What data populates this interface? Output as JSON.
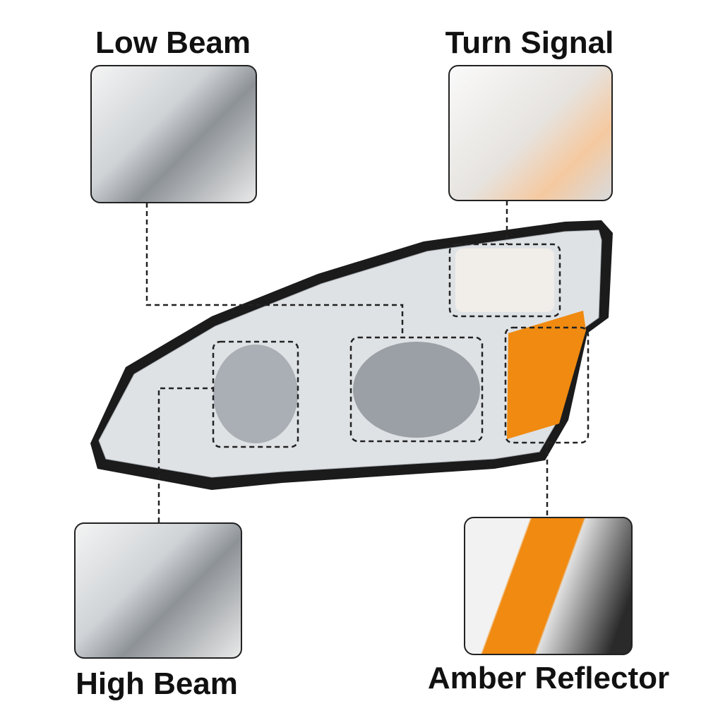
{
  "callouts": {
    "low_beam": "Low Beam",
    "turn_signal": "Turn Signal",
    "high_beam": "High Beam",
    "amber_reflector": "Amber Reflector"
  },
  "colors": {
    "amber": "#f08a10",
    "housing": "#1b1b1b",
    "chrome": "#d9dcdf",
    "dash": "#222222"
  }
}
